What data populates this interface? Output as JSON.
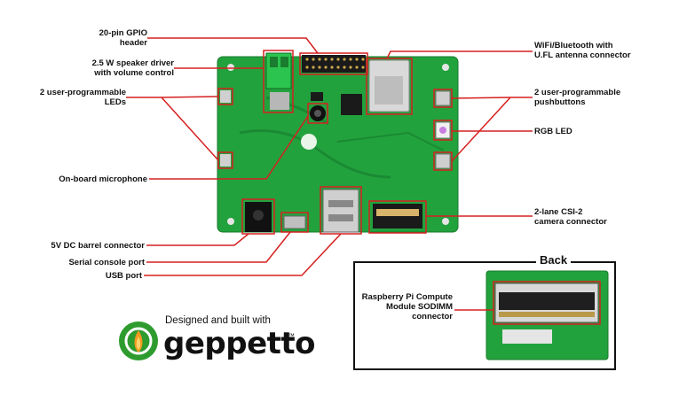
{
  "front_labels": {
    "gpio": "20-pin GPIO\nheader",
    "speaker": "2.5 W speaker driver\nwith volume control",
    "leds": "2 user-programmable\nLEDs",
    "mic": "On-board microphone",
    "barrel": "5V DC barrel connector",
    "serial": "Serial console port",
    "usb": "USB port",
    "wifi": "WiFi/Bluetooth with\nU.FL antenna connector",
    "pushbuttons": "2 user-programmable\npushbuttons",
    "rgb": "RGB LED",
    "csi": "2-lane CSI-2\ncamera connector"
  },
  "back_panel": {
    "title": "Back",
    "label": "Raspberry Pi Compute\nModule  SODIMM\nconnector"
  },
  "branding": {
    "tagline": "Designed and built with",
    "name": "geppetto",
    "trademark": "™"
  },
  "colors": {
    "pcb": "#1f9d3a",
    "callout": "#d62020",
    "logo_green": "#2e9b2e",
    "logo_orange": "#f29a1f"
  }
}
